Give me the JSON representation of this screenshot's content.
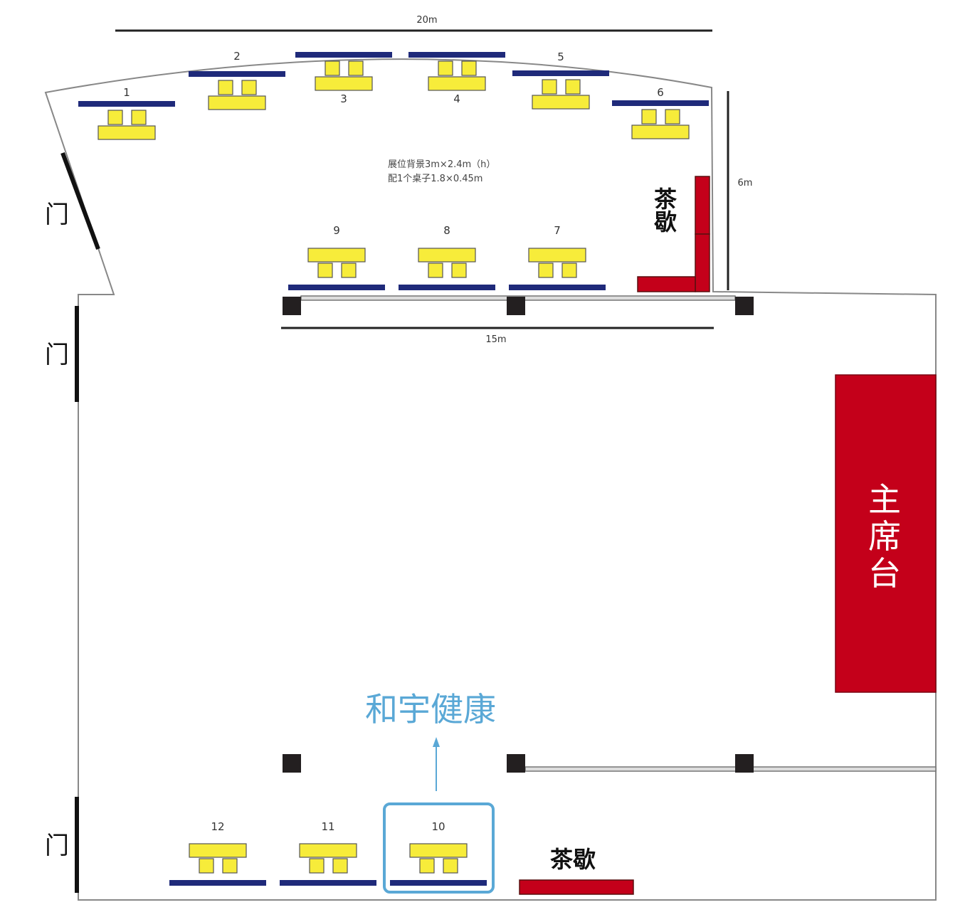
{
  "dimensions": {
    "top_width": "20m",
    "depth": "6m",
    "partition_width": "15m"
  },
  "note": {
    "line1": "展位背景3m×2.4m（h）",
    "line2": "配1个桌子1.8×0.45m"
  },
  "door_label": "门",
  "tea_break_label": "茶歇",
  "stage_label": [
    "主",
    "席",
    "台"
  ],
  "highlight": {
    "label": "和宇健康",
    "booth": "10"
  },
  "booths": [
    "1",
    "2",
    "3",
    "4",
    "5",
    "6",
    "7",
    "8",
    "9",
    "10",
    "11",
    "12"
  ],
  "colors": {
    "booth_bar": "#1f2a7a",
    "table": "#f7ec3a",
    "tea": "#c4001a",
    "stage": "#c4001a",
    "highlight": "#5aa8d6"
  }
}
